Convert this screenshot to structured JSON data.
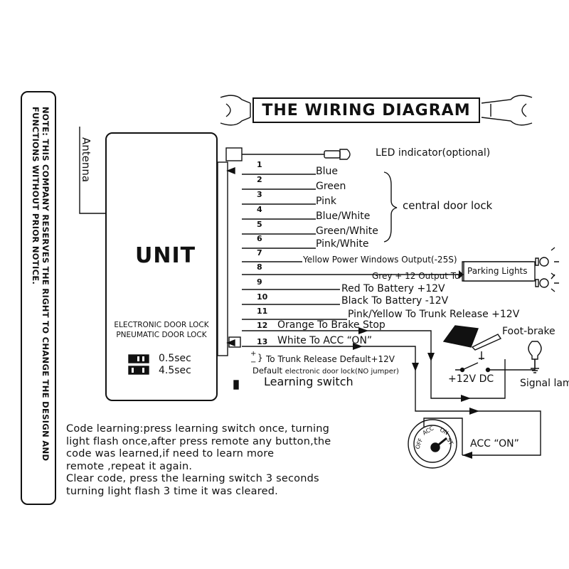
{
  "title": "THE WIRING DIAGRAM",
  "note": "NOTE: THIS COMPANY RESERVES THE RIGHT TO CHANGE THE DESIGN AND FUNCTIONS WITHOUT PRIOR NOTICE.",
  "antenna": "Antenna",
  "unit": {
    "name": "UNIT",
    "line1": "ELECTRONIC DOOR LOCK",
    "line2": "PNEUMATIC DOOR LOCK",
    "time_1": "0.5sec",
    "time_2": "4.5sec"
  },
  "led_indicator": "LED indicator(optional)",
  "wires": [
    {
      "num": "1",
      "label": "Blue"
    },
    {
      "num": "2",
      "label": "Green"
    },
    {
      "num": "3",
      "label": "Pink"
    },
    {
      "num": "4",
      "label": "Blue/White"
    },
    {
      "num": "5",
      "label": "Green/White"
    },
    {
      "num": "6",
      "label": "Pink/White"
    },
    {
      "num": "7",
      "label": "Yellow Power Windows Output(-25S)"
    },
    {
      "num": "8",
      "label": "Grey + 12 Output To"
    },
    {
      "num": "9",
      "label": "Red  To Battery +12V"
    },
    {
      "num": "10",
      "label": "Black To Battery -12V"
    },
    {
      "num": "11",
      "label": "Pink/Yellow To Trunk Release +12V"
    },
    {
      "num": "12",
      "label": "Orange To Brake Stop"
    },
    {
      "num": "13",
      "label": "White To ACC “ON”"
    }
  ],
  "central_door_lock": "central door lock",
  "parking_lights": "Parking Lights",
  "foot_brake": "Foot-brake",
  "plus12_dc": "+12V DC",
  "signal_lamp": "Signal lamp",
  "acc_on": "ACC “ON”",
  "ignition": {
    "off": "OFF",
    "acc": "ACC",
    "on": "ON",
    "st": "ST"
  },
  "jumper": {
    "plus": "+",
    "minus": "−",
    "trunk": "To Trunk Release Default+12V",
    "default_prefix": "Default",
    "default_rest": "electronic door lock(NO jumper)"
  },
  "learning_switch": "Learning switch",
  "instructions": [
    "Code learning:press learning switch once, turning",
    "light flash once,after press remote any button,the",
    "code was learned,if need to learn more",
    "remote ,repeat it again.",
    "Clear code, press the learning switch 3 seconds",
    "turning light flash 3 time it was cleared."
  ]
}
